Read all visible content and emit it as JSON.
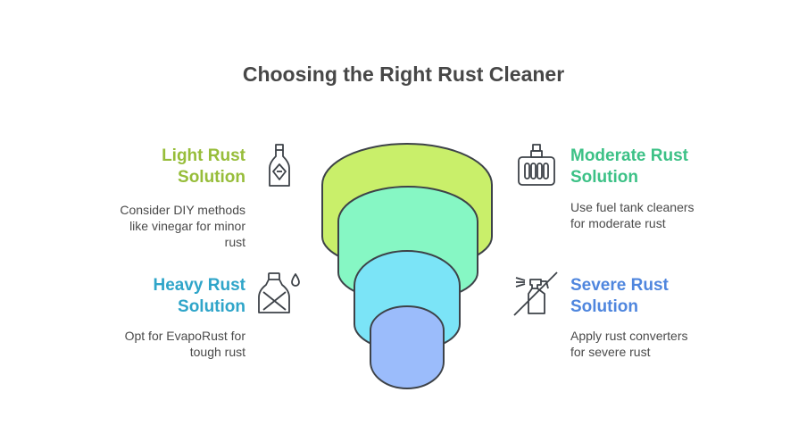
{
  "title": "Choosing the Right Rust Cleaner",
  "colors": {
    "light": "#97bd3a",
    "moderate": "#3cc186",
    "heavy": "#2fa5c9",
    "severe": "#4f86de",
    "outline": "#3d4248",
    "text": "#4a4a4a"
  },
  "items": [
    {
      "heading_line1": "Light Rust",
      "heading_line2": "Solution",
      "desc_line1": "Consider DIY methods",
      "desc_line2": "like vinegar for minor",
      "desc_line3": "rust",
      "icon": "bottle-icon"
    },
    {
      "heading_line1": "Moderate Rust",
      "heading_line2": "Solution",
      "desc_line1": "Use fuel tank cleaners",
      "desc_line2": "for moderate rust",
      "icon": "fuel-tank-icon"
    },
    {
      "heading_line1": "Heavy Rust",
      "heading_line2": "Solution",
      "desc_line1": "Opt for EvapoRust for",
      "desc_line2": "tough rust",
      "icon": "jug-drop-icon"
    },
    {
      "heading_line1": "Severe Rust",
      "heading_line2": "Solution",
      "desc_line1": "Apply rust converters",
      "desc_line2": "for severe rust",
      "icon": "spray-bottle-crossed-icon"
    }
  ],
  "tiers": [
    {
      "name": "light",
      "color": "#c9ef6a"
    },
    {
      "name": "moderate",
      "color": "#86f7c4"
    },
    {
      "name": "heavy",
      "color": "#7be4f7"
    },
    {
      "name": "severe",
      "color": "#9bbcfb"
    }
  ]
}
